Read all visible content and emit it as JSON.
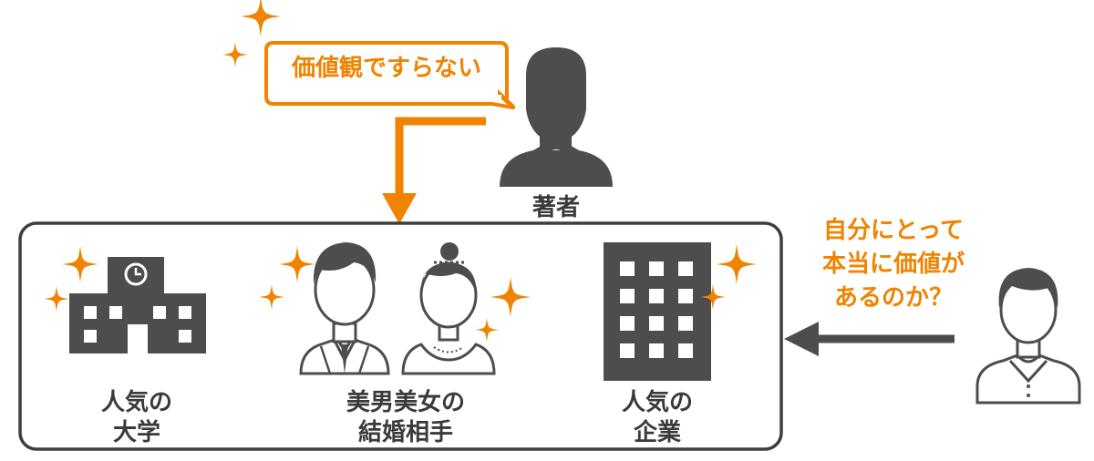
{
  "speech_bubble": {
    "text": "価値観ですらない"
  },
  "author_label": "著者",
  "items": [
    {
      "line1": "人気の",
      "line2": "大学"
    },
    {
      "line1": "美男美女の",
      "line2": "結婚相手"
    },
    {
      "line1": "人気の",
      "line2": "企業"
    }
  ],
  "question": {
    "line1": "自分にとって",
    "line2": "本当に価値が",
    "line3": "あるのか？"
  },
  "colors": {
    "accent": "#f08300",
    "dark": "#4d4d4d",
    "text": "#3a3a3a"
  }
}
